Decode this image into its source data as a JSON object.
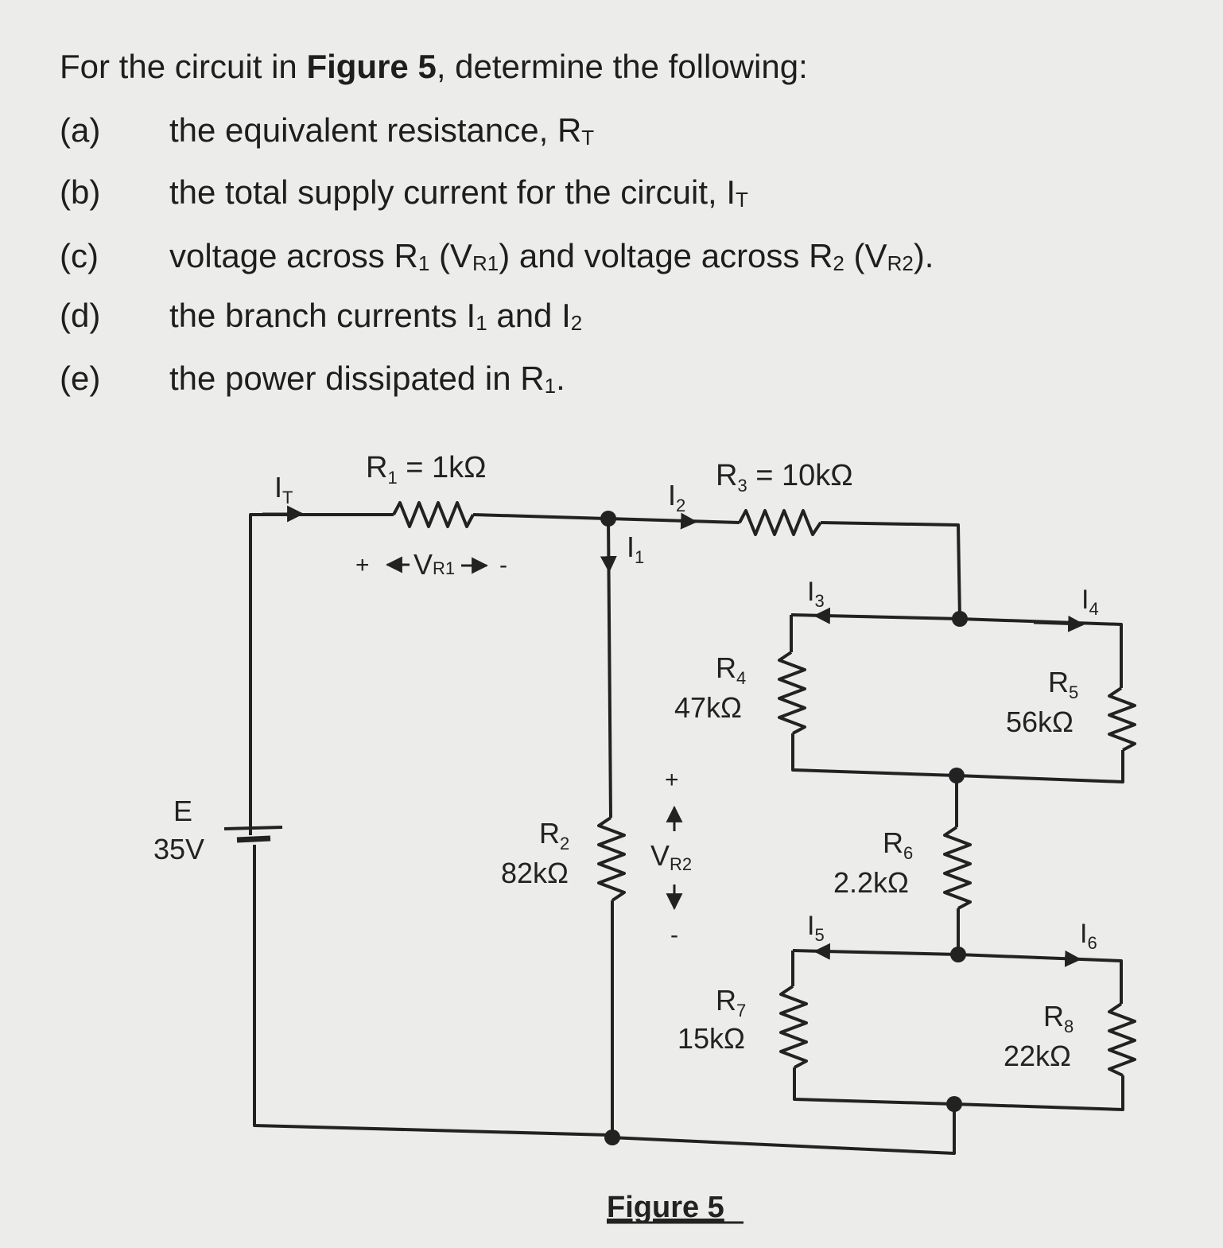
{
  "question": {
    "intro_prefix": "For the circuit in ",
    "intro_bold": "Figure 5",
    "intro_suffix": ", determine the following:",
    "items": [
      {
        "label": "(a)",
        "parts": [
          "the equivalent resistance, R",
          "T"
        ]
      },
      {
        "label": "(b)",
        "parts": [
          "the total supply current for the circuit, I",
          "T"
        ]
      },
      {
        "label": "(c)",
        "parts": [
          "voltage across R",
          "1",
          " (V",
          "R1",
          ") and voltage across R",
          "2",
          " (V",
          "R2",
          ")."
        ]
      },
      {
        "label": "(d)",
        "parts": [
          "the branch currents I",
          "1",
          " and I",
          "2"
        ]
      },
      {
        "label": "(e)",
        "parts": [
          "the power dissipated in R",
          "1",
          "."
        ]
      }
    ]
  },
  "circuit": {
    "source": {
      "name": "E",
      "value": "35V"
    },
    "resistors": {
      "r1": {
        "name": "R",
        "sub": "1",
        "value": " = 1kΩ"
      },
      "r2": {
        "name": "R",
        "sub": "2",
        "value": "82kΩ"
      },
      "r3": {
        "name": "R",
        "sub": "3",
        "value": " = 10kΩ"
      },
      "r4": {
        "name": "R",
        "sub": "4",
        "value": "47kΩ"
      },
      "r5": {
        "name": "R",
        "sub": "5",
        "value": "56kΩ"
      },
      "r6": {
        "name": "R",
        "sub": "6",
        "value": "2.2kΩ"
      },
      "r7": {
        "name": "R",
        "sub": "7",
        "value": "15kΩ"
      },
      "r8": {
        "name": "R",
        "sub": "8",
        "value": "22kΩ"
      }
    },
    "currents": {
      "it": {
        "name": "I",
        "sub": "T"
      },
      "i1": {
        "name": "I",
        "sub": "1"
      },
      "i2": {
        "name": "I",
        "sub": "2"
      },
      "i3": {
        "name": "I",
        "sub": "3"
      },
      "i4": {
        "name": "I",
        "sub": "4"
      },
      "i5": {
        "name": "I",
        "sub": "5"
      },
      "i6": {
        "name": "I",
        "sub": "6"
      }
    },
    "vr1": {
      "plus": "+",
      "name": "V",
      "sub": "R1",
      "minus": "-"
    },
    "vr2": {
      "plus": "+",
      "name": "V",
      "sub": "R2",
      "minus": "-"
    }
  },
  "figure_caption": "Figure 5"
}
